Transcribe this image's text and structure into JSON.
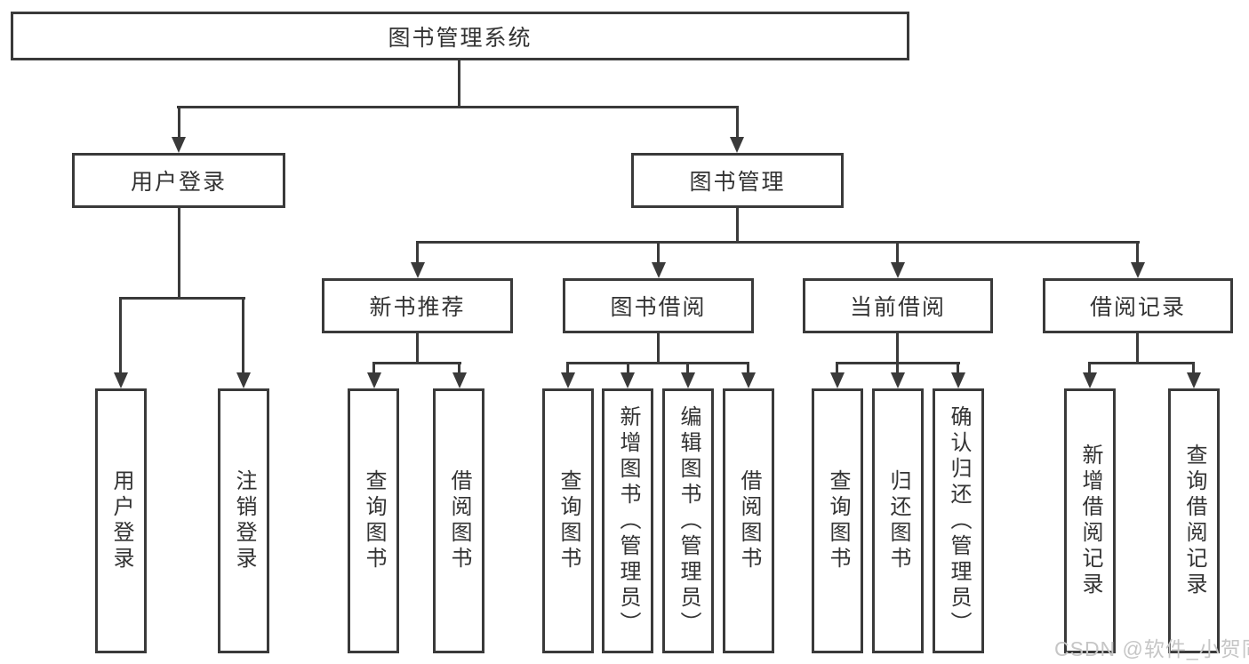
{
  "diagram": {
    "root": {
      "label": "图书管理系统"
    },
    "level2": {
      "user_login": {
        "label": "用户登录"
      },
      "book_management": {
        "label": "图书管理"
      }
    },
    "level3": {
      "new_book_recommend": {
        "label": "新书推荐"
      },
      "book_borrow": {
        "label": "图书借阅"
      },
      "current_borrow": {
        "label": "当前借阅"
      },
      "borrow_records": {
        "label": "借阅记录"
      }
    },
    "leaves": {
      "user_login": [
        "用户登录",
        "注销登录"
      ],
      "new_book_recommend": [
        "查询图书",
        "借阅图书"
      ],
      "book_borrow": [
        "查询图书",
        "新增图书（管理员）",
        "编辑图书（管理员）",
        "借阅图书"
      ],
      "current_borrow": [
        "查询图书",
        "归还图书",
        "确认归还（管理员）"
      ],
      "borrow_records": [
        "新增借阅记录",
        "查询借阅记录"
      ]
    }
  },
  "watermark": {
    "text": "CSDN @软件_小贺同学"
  },
  "colors": {
    "line": "#3a3a3a",
    "text": "#333333",
    "background": "#ffffff",
    "watermark": "#c6c6c6"
  }
}
